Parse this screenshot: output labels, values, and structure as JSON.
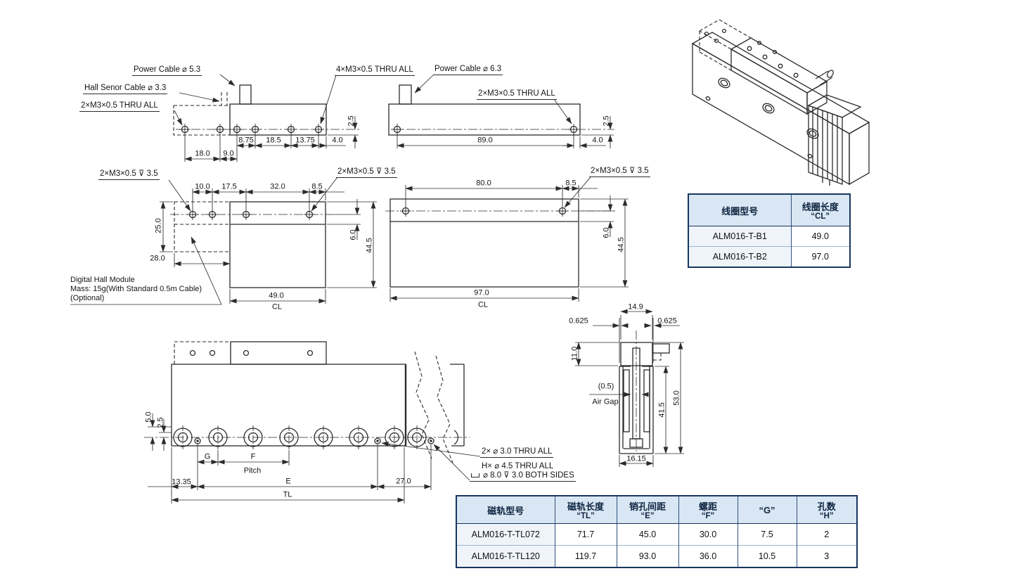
{
  "colors": {
    "line": "#2b2b2b",
    "table_border": "#17365d",
    "table_header_bg": "#d9e6f3",
    "table_first_col_bg": "#eff4fa",
    "background": "#ffffff"
  },
  "L": {
    "pc53": "Power Cable ⌀ 5.3",
    "hall": "Hall Senor Cable ⌀ 3.3",
    "m3thru2": "2×M3×0.5 THRU ALL",
    "m3thru4": "4×M3×0.5 THRU ALL",
    "pc63": "Power Cable ⌀ 6.3",
    "m3tap": "2×M3×0.5 ⊽ 3.5",
    "d875": "8.75",
    "d185": "18.5",
    "d1375": "13.75",
    "d40": "4.0",
    "d180": "18.0",
    "d90": "9.0",
    "d25": "2.5",
    "d890": "89.0",
    "d100": "10.0",
    "d175": "17.5",
    "d320": "32.0",
    "d85": "8.5",
    "d250": "25.0",
    "d280": "28.0",
    "d490": "49.0",
    "cl": "CL",
    "d60": "6.0",
    "d445": "44.5",
    "note1": "Digital Hall Module",
    "note2": "Mass: 15g(With Standard 0.5m Cable)",
    "note3": "(Optional)",
    "d800": "80.0",
    "d970": "97.0",
    "d50": "5.0",
    "g": "G",
    "f": "F",
    "pitch": "Pitch",
    "d1335": "13.35",
    "e": "E",
    "tl": "TL",
    "d270": "27.0",
    "c1": "2× ⌀ 3.0 THRU ALL",
    "c2": "H× ⌀ 4.5 THRU ALL",
    "c3": "⌀ 8.0  ⊽ 3.0 BOTH SIDES",
    "d149": "14.9",
    "d0625": "0.625",
    "d110": "11.0",
    "gap": "(0.5)",
    "air": "Air Gap",
    "d415": "41.5",
    "d530": "53.0",
    "d1615": "16.15"
  },
  "tables": {
    "coil": {
      "headers": [
        {
          "t": "线圈型号",
          "s": ""
        },
        {
          "t": "线圈长度",
          "s": "“CL”"
        }
      ],
      "rows": [
        [
          "ALM016-T-B1",
          "49.0"
        ],
        [
          "ALM016-T-B2",
          "97.0"
        ]
      ]
    },
    "rail": {
      "headers": [
        {
          "t": "磁轨型号",
          "s": ""
        },
        {
          "t": "磁轨长度",
          "s": "“TL”"
        },
        {
          "t": "销孔间距",
          "s": "“E”"
        },
        {
          "t": "螺距",
          "s": "“F”"
        },
        {
          "t": "“G”",
          "s": ""
        },
        {
          "t": "孔数",
          "s": "“H”"
        }
      ],
      "rows": [
        [
          "ALM016-T-TL072",
          "71.7",
          "45.0",
          "30.0",
          "7.5",
          "2"
        ],
        [
          "ALM016-T-TL120",
          "119.7",
          "93.0",
          "36.0",
          "10.5",
          "3"
        ]
      ]
    }
  }
}
